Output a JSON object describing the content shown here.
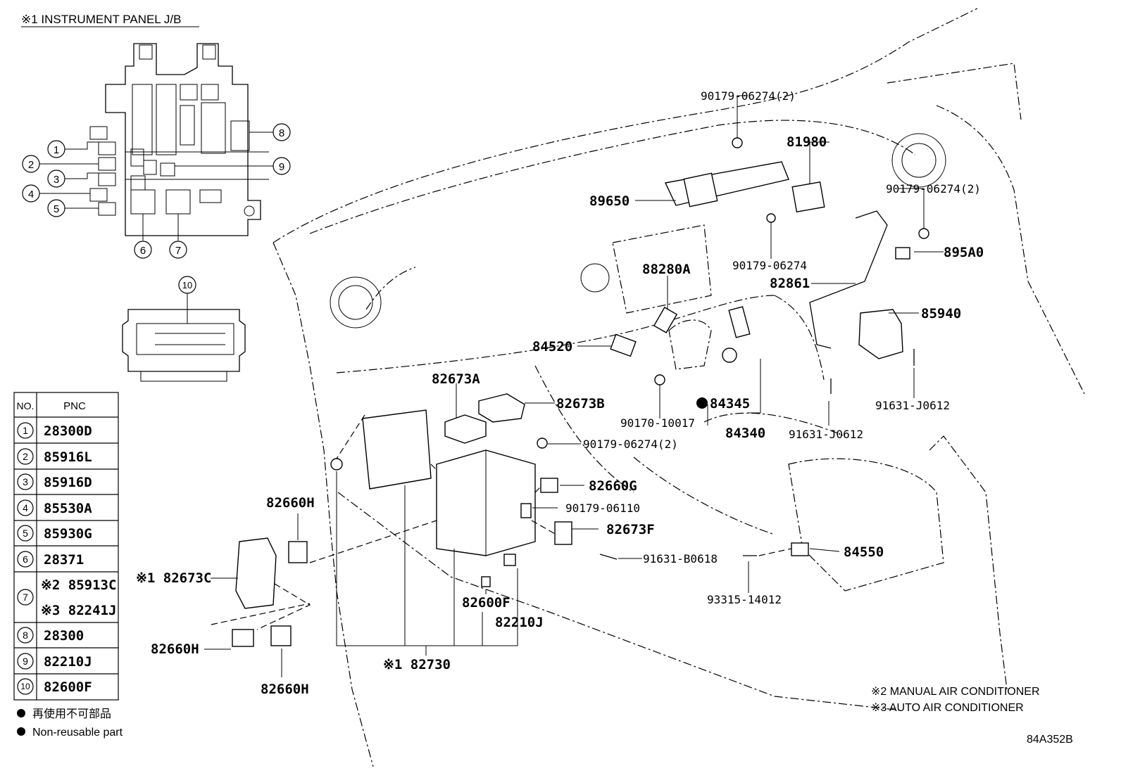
{
  "header": {
    "title": "※1 INSTRUMENT PANEL J/B"
  },
  "jb_callouts": [
    "1",
    "2",
    "3",
    "4",
    "5",
    "6",
    "7",
    "8",
    "9",
    "10"
  ],
  "table": {
    "col_no": "NO.",
    "col_pnc": "PNC",
    "rows": [
      {
        "no": "1",
        "pnc": "28300D"
      },
      {
        "no": "2",
        "pnc": "85916L"
      },
      {
        "no": "3",
        "pnc": "85916D"
      },
      {
        "no": "4",
        "pnc": "85530A"
      },
      {
        "no": "5",
        "pnc": "85930G"
      },
      {
        "no": "6",
        "pnc": "28371"
      },
      {
        "no": "7",
        "pnc": "※2 85913C",
        "pnc2": "※3 82241J"
      },
      {
        "no": "8",
        "pnc": "28300"
      },
      {
        "no": "9",
        "pnc": "82210J"
      },
      {
        "no": "10",
        "pnc": "82600F"
      }
    ]
  },
  "legend": {
    "jp": "再使用不可部品",
    "en": "Non-reusable part"
  },
  "labels": {
    "l90179_06274_2_top": "90179-06274(2)",
    "l81980": "81980",
    "l89650": "89650",
    "l90179_06274_2_right": "90179-06274(2)",
    "l895A0": "895A0",
    "l90179_06274": "90179-06274",
    "l88280A": "88280A",
    "l82861": "82861",
    "l85940": "85940",
    "l84520": "84520",
    "l82673A": "82673A",
    "l82673B": "82673B",
    "l84345": "84345",
    "l90170_10017": "90170-10017",
    "l84340": "84340",
    "l91631_J0612_a": "91631-J0612",
    "l91631_J0612_b": "91631-J0612",
    "l90179_06274_2_mid": "90179-06274(2)",
    "l82660G": "82660G",
    "l90179_06110": "90179-06110",
    "l82660H_a": "82660H",
    "l82673F": "82673F",
    "l84550": "84550",
    "l91631_B0618": "91631-B0618",
    "l82673C": "※1 82673C",
    "l93315_14012": "93315-14012",
    "l82600F": "82600F",
    "l82210J": "82210J",
    "l82660H_b": "82660H",
    "l82730": "※1 82730",
    "l82660H_c": "82660H"
  },
  "notes": {
    "n2": "※2 MANUAL AIR CONDITIONER",
    "n3": "※3 AUTO AIR CONDITIONER"
  },
  "figure_id": "84A352B"
}
